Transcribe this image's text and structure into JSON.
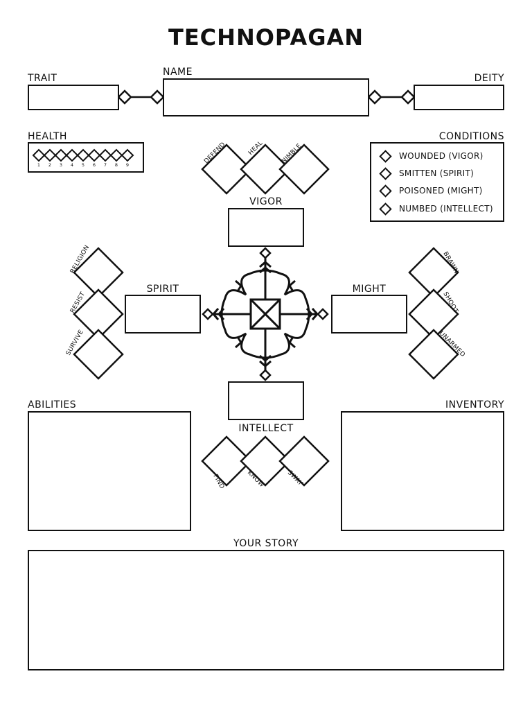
{
  "title": "TECHNOPAGAN",
  "labels": {
    "trait": "TRAIT",
    "name": "NAME",
    "deity": "DEITY",
    "health": "HEALTH",
    "conditions": "CONDITIONS",
    "vigor": "VIGOR",
    "spirit": "SPIRIT",
    "might": "MIGHT",
    "intellect": "INTELLECT",
    "abilities": "ABILITIES",
    "inventory": "INVENTORY",
    "your_story": "YOUR STORY"
  },
  "health_track": [
    "1",
    "2",
    "3",
    "4",
    "5",
    "6",
    "7",
    "8",
    "9"
  ],
  "conditions": [
    "WOUNDED (VIGOR)",
    "SMITTEN (SPIRIT)",
    "POISONED (MIGHT)",
    "NUMBED (INTELLECT)"
  ],
  "skills": {
    "vigor": [
      "DEFEND",
      "HEAL",
      "NIMBLE"
    ],
    "spirit": [
      "RELIGION",
      "RESIST",
      "SURVIVE"
    ],
    "might": [
      "BRAWN",
      "SHOOT",
      "UNARMED"
    ],
    "intellect": [
      "FIND",
      "KNOW",
      "SWAY"
    ]
  }
}
